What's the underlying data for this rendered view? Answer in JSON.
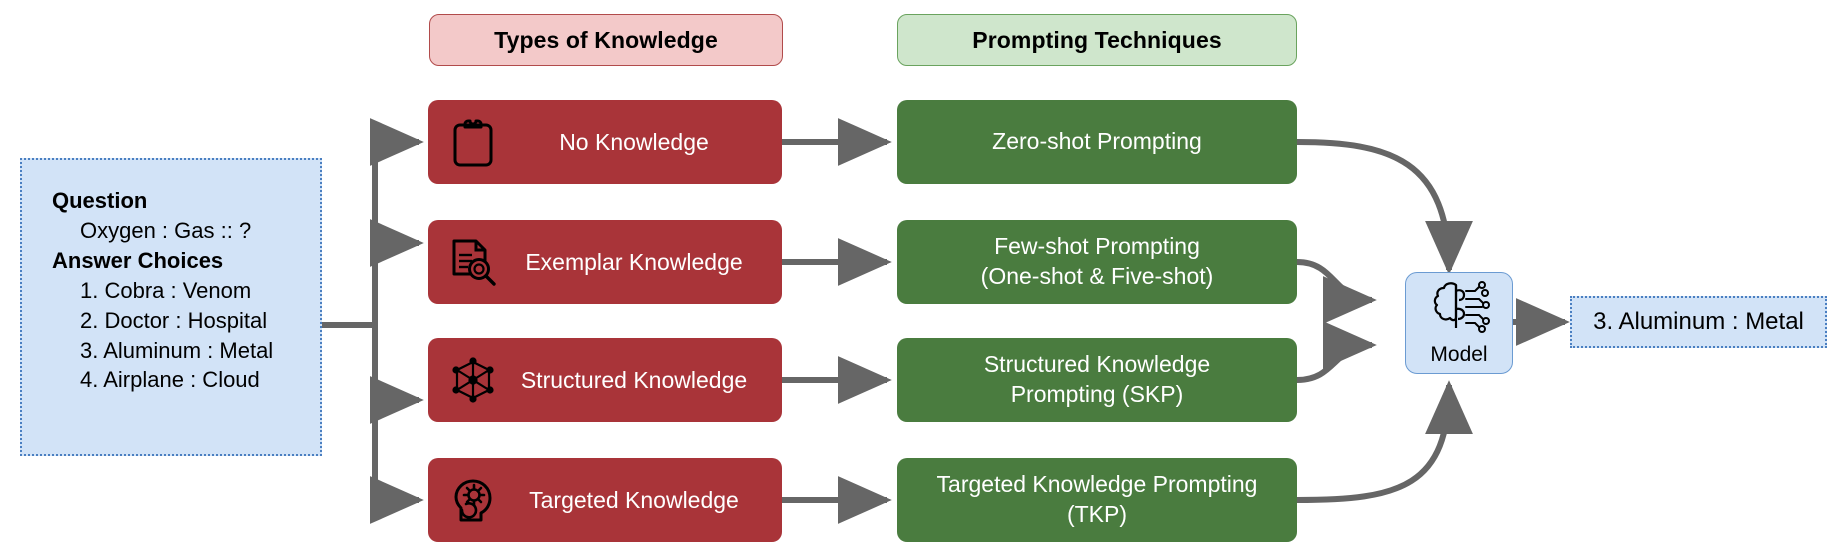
{
  "headers": {
    "types_of_knowledge": "Types of Knowledge",
    "prompting_techniques": "Prompting Techniques"
  },
  "question_box": {
    "question_label": "Question",
    "question_text": "Oxygen : Gas :: ?",
    "answer_label": "Answer Choices",
    "choices": [
      "1. Cobra : Venom",
      "2. Doctor : Hospital",
      "3. Aluminum : Metal",
      "4. Airplane : Cloud"
    ]
  },
  "knowledge_types": [
    {
      "label": "No Knowledge",
      "icon": "clipboard-icon"
    },
    {
      "label": "Exemplar Knowledge",
      "icon": "document-magnifier-icon"
    },
    {
      "label": "Structured Knowledge",
      "icon": "knowledge-graph-icon"
    },
    {
      "label": "Targeted Knowledge",
      "icon": "head-gear-icon"
    }
  ],
  "prompting_techniques": [
    {
      "line1": "Zero-shot Prompting",
      "line2": ""
    },
    {
      "line1": "Few-shot Prompting",
      "line2": "(One-shot & Five-shot)"
    },
    {
      "line1": "Structured Knowledge",
      "line2": "Prompting (SKP)"
    },
    {
      "line1": "Targeted Knowledge Prompting",
      "line2": "(TKP)"
    }
  ],
  "model": {
    "label": "Model",
    "icon": "brain-circuit-icon"
  },
  "output": {
    "text": "3. Aluminum : Metal"
  },
  "colors": {
    "knowledge_box": "#a93439",
    "prompting_box": "#4a7c3f",
    "question_box": "#d2e3f7",
    "header_red": "#f3c9c9",
    "header_green": "#cfe6cc",
    "arrow": "#666666"
  }
}
